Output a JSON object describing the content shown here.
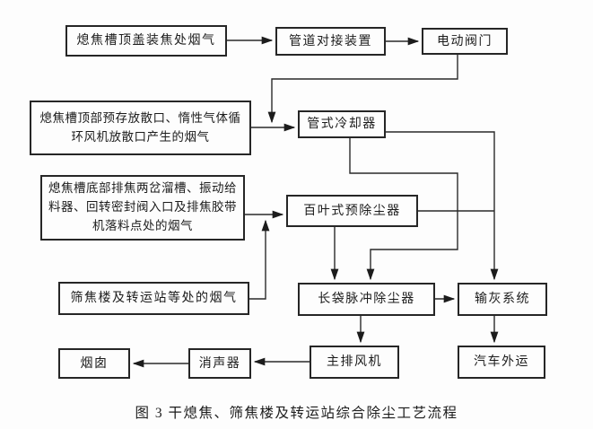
{
  "caption": "图 3  干熄焦、筛焦楼及转运站综合除尘工艺流程",
  "colors": {
    "ink": "#1c1c1c",
    "line": "#2a2a2a",
    "background": "#fdfdfd"
  },
  "nodes": {
    "top_smoke": {
      "label": "熄焦槽顶盖装焦处烟气"
    },
    "pipe_dock": {
      "label": "管道对接装置"
    },
    "valve": {
      "label": "电动阀门"
    },
    "top_vent": {
      "label": "熄焦槽顶部预存放散口、惰性气体循环风机放散口产生的烟气"
    },
    "cooler": {
      "label": "管式冷却器"
    },
    "bottom_smoke": {
      "label": "熄焦槽底部排焦两岔溜槽、振动给料器、回转密封阀入口及排焦胶带机落料点处的烟气"
    },
    "sieve": {
      "label": "筛焦楼及转运站等处的烟气"
    },
    "pre_dust": {
      "label": "百叶式预除尘器"
    },
    "bag_dust": {
      "label": "长袋脉冲除尘器"
    },
    "ash": {
      "label": "输灰系统"
    },
    "fan": {
      "label": "主排风机"
    },
    "truck": {
      "label": "汽车外运"
    },
    "silencer": {
      "label": "消声器"
    },
    "chimney": {
      "label": "烟囱"
    }
  },
  "edges": [
    {
      "from": "top_smoke",
      "to": "pipe_dock"
    },
    {
      "from": "pipe_dock",
      "to": "valve"
    },
    {
      "from": "valve",
      "to": "cooler"
    },
    {
      "from": "top_vent",
      "to": "cooler"
    },
    {
      "from": "cooler",
      "to": "ash"
    },
    {
      "from": "cooler",
      "to": "bag_dust"
    },
    {
      "from": "bottom_smoke",
      "to": "pre_dust"
    },
    {
      "from": "sieve",
      "to": "pre_dust"
    },
    {
      "from": "pre_dust",
      "to": "ash"
    },
    {
      "from": "pre_dust",
      "to": "bag_dust"
    },
    {
      "from": "bag_dust",
      "to": "ash"
    },
    {
      "from": "bag_dust",
      "to": "fan"
    },
    {
      "from": "ash",
      "to": "truck"
    },
    {
      "from": "fan",
      "to": "silencer"
    },
    {
      "from": "silencer",
      "to": "chimney"
    }
  ]
}
